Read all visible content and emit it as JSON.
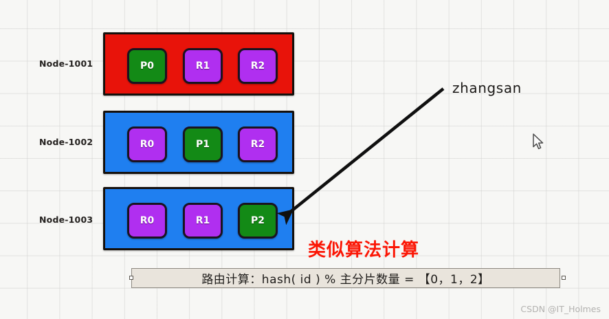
{
  "canvas": {
    "background_color": "#f7f7f5",
    "grid_color": "#d0d0ce"
  },
  "diagram": {
    "title_note_red": "类似算法计算",
    "callout_label": "zhangsan",
    "nodes": [
      {
        "label": "Node-1001",
        "container_color": "#e8130a",
        "shards": [
          {
            "name": "P0",
            "role": "primary",
            "color": "#138a16"
          },
          {
            "name": "R1",
            "role": "replica",
            "color": "#b02ff0"
          },
          {
            "name": "R2",
            "role": "replica",
            "color": "#b02ff0"
          }
        ]
      },
      {
        "label": "Node-1002",
        "container_color": "#1f7ff0",
        "shards": [
          {
            "name": "R0",
            "role": "replica",
            "color": "#b02ff0"
          },
          {
            "name": "P1",
            "role": "primary",
            "color": "#138a16"
          },
          {
            "name": "R2",
            "role": "replica",
            "color": "#b02ff0"
          }
        ]
      },
      {
        "label": "Node-1003",
        "container_color": "#1f7ff0",
        "shards": [
          {
            "name": "R0",
            "role": "replica",
            "color": "#b02ff0"
          },
          {
            "name": "R1",
            "role": "replica",
            "color": "#b02ff0"
          },
          {
            "name": "P2",
            "role": "primary",
            "color": "#138a16"
          }
        ]
      }
    ]
  },
  "formula": {
    "text": "路由计算：hash( id ) % 主分片数量 = 【0，1，2】",
    "background_color": "#e9e4dc",
    "border_color": "#8c8880"
  },
  "watermark": {
    "text": "CSDN @IT_Holmes"
  },
  "colors": {
    "red": "#e8130a",
    "blue": "#1f7ff0",
    "green": "#138a16",
    "purple": "#b02ff0",
    "note_red": "#fb1605"
  }
}
